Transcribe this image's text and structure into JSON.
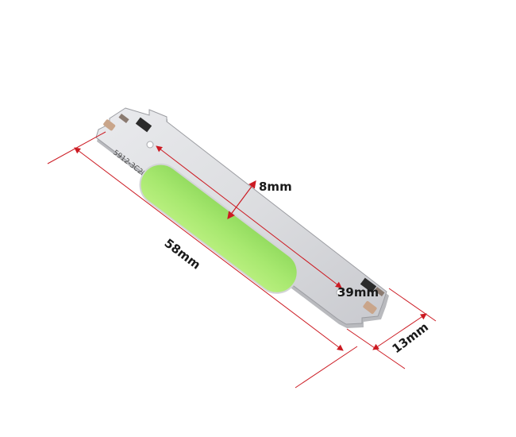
{
  "board": {
    "silkscreen": "5912-3C2B",
    "led_color": "#a7e86f",
    "board_color": "#dcdde0"
  },
  "dimensions": {
    "length": "58mm",
    "width": "13mm",
    "led_width": "8mm",
    "led_length": "39mm"
  },
  "colors": {
    "dimension_line": "#cc1a22"
  }
}
